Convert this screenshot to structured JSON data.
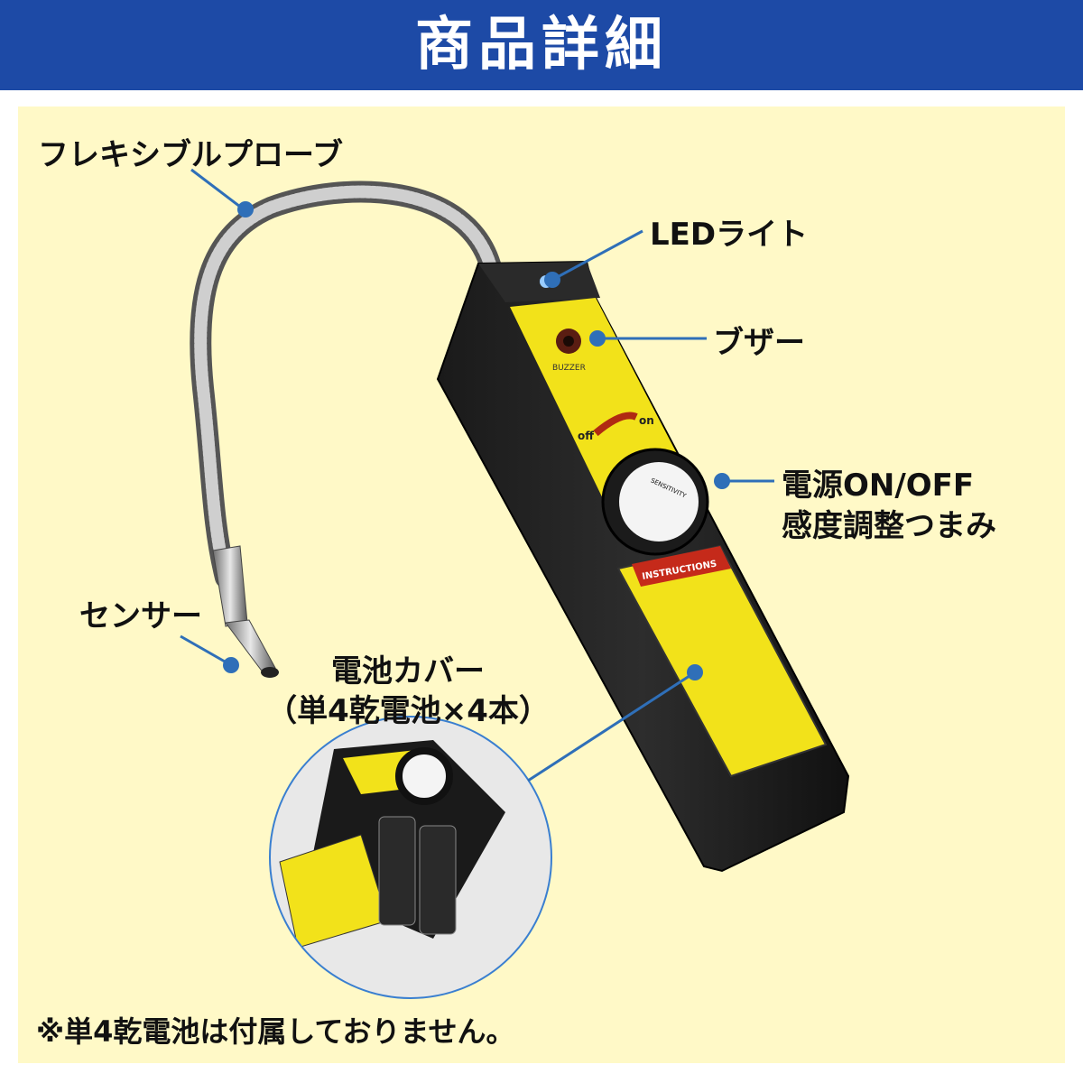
{
  "header": {
    "title": "商品詳細"
  },
  "labels": {
    "flexible_probe": "フレキシブルプローブ",
    "led_light": "LEDライト",
    "buzzer": "ブザー",
    "power_line1": "電源ON/OFF",
    "power_line2": "感度調整つまみ",
    "sensor": "センサー",
    "battery_cover_line1": "電池カバー",
    "battery_cover_line2": "（単4乾電池×4本）"
  },
  "device": {
    "buzzer_text": "BUZZER",
    "off_text": "off",
    "on_text": "on",
    "knob_text": "SENSITIVITY",
    "instructions_title": "INSTRUCTIONS"
  },
  "footer": {
    "note": "※単4乾電池は付属しておりません。"
  },
  "colors": {
    "header_bg": "#1d4aa6",
    "panel_bg": "#fff9c7",
    "accent_line": "#2f6fb8",
    "device_yellow": "#f2e21a"
  }
}
